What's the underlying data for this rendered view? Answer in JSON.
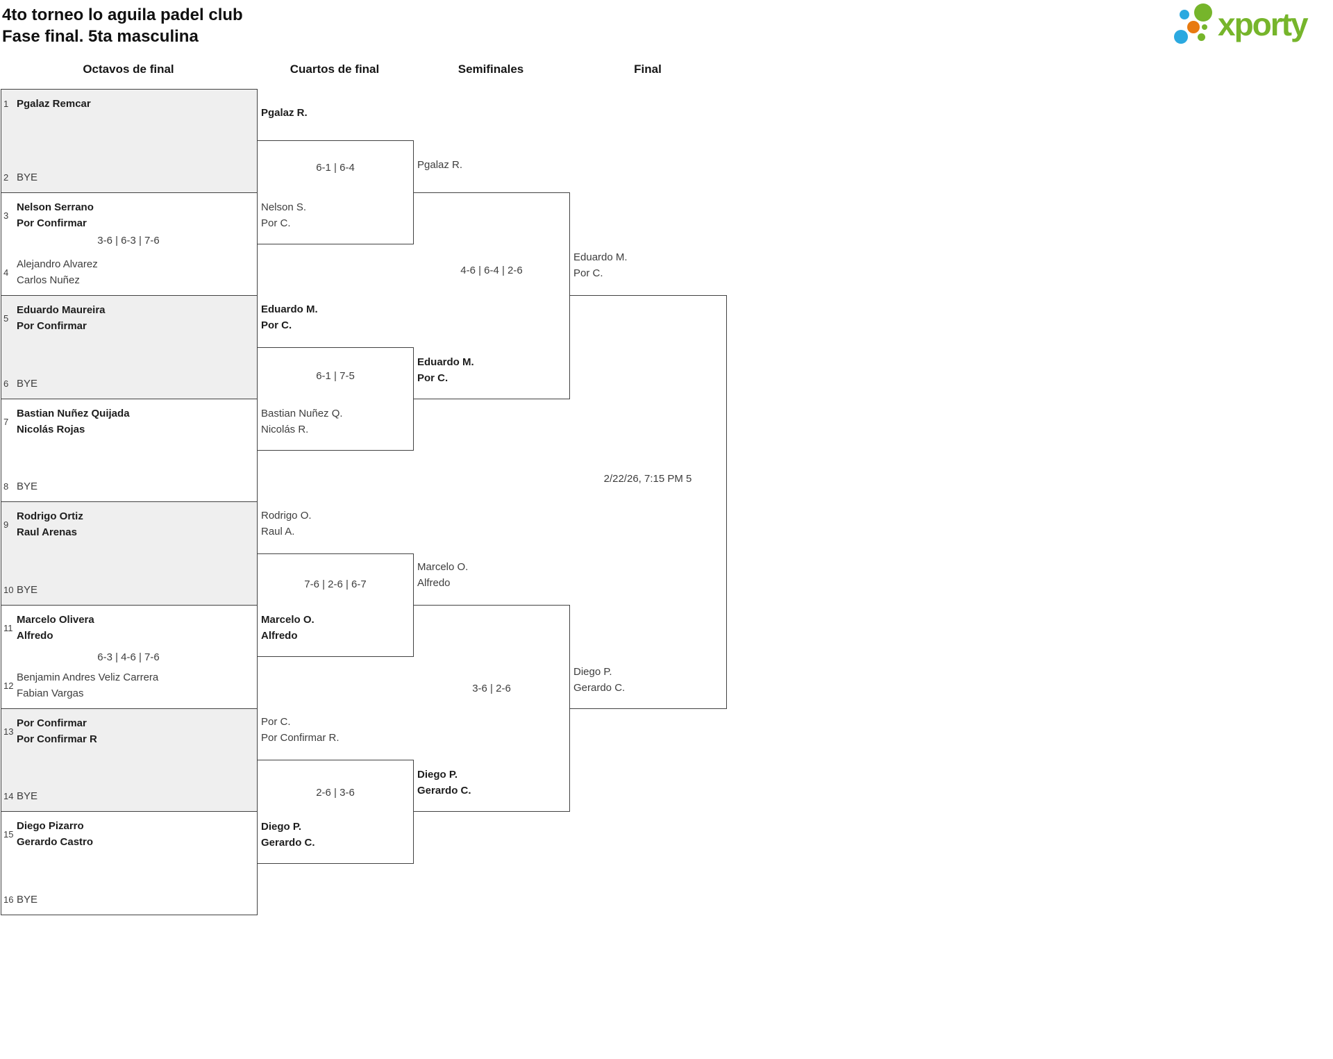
{
  "page": {
    "title_line1": "4to torneo lo aguila padel club",
    "title_line2": "Fase final. 5ta masculina"
  },
  "logo": {
    "wordmark": "xporty",
    "brand_green": "#76b52b",
    "brand_blue": "#2ba9e0",
    "brand_orange": "#e87a10"
  },
  "round_headers": [
    "Octavos de final",
    "Cuartos de final",
    "Semifinales",
    "Final"
  ],
  "octavos": [
    {
      "top": {
        "seed": "1",
        "names": [
          "Pgalaz Remcar"
        ]
      },
      "bottom": {
        "seed": "2",
        "names": [
          "BYE"
        ]
      }
    },
    {
      "top": {
        "seed": "3",
        "names": [
          "Nelson Serrano",
          "Por Confirmar"
        ]
      },
      "bottom": {
        "seed": "4",
        "names": [
          "Alejandro Alvarez",
          "Carlos Nuñez"
        ]
      },
      "score": "3-6 | 6-3 | 7-6"
    },
    {
      "top": {
        "seed": "5",
        "names": [
          "Eduardo Maureira",
          "Por Confirmar"
        ]
      },
      "bottom": {
        "seed": "6",
        "names": [
          "BYE"
        ]
      }
    },
    {
      "top": {
        "seed": "7",
        "names": [
          "Bastian Nuñez Quijada",
          "Nicolás Rojas"
        ]
      },
      "bottom": {
        "seed": "8",
        "names": [
          "BYE"
        ]
      }
    },
    {
      "top": {
        "seed": "9",
        "names": [
          "Rodrigo Ortiz",
          "Raul Arenas"
        ]
      },
      "bottom": {
        "seed": "10",
        "names": [
          "BYE"
        ]
      }
    },
    {
      "top": {
        "seed": "11",
        "names": [
          "Marcelo Olivera",
          "Alfredo"
        ]
      },
      "bottom": {
        "seed": "12",
        "names": [
          "Benjamin Andres Veliz Carrera",
          "Fabian Vargas"
        ]
      },
      "score": "6-3 | 4-6 | 7-6"
    },
    {
      "top": {
        "seed": "13",
        "names": [
          "Por Confirmar",
          "Por Confirmar R"
        ]
      },
      "bottom": {
        "seed": "14",
        "names": [
          "BYE"
        ]
      }
    },
    {
      "top": {
        "seed": "15",
        "names": [
          "Diego Pizarro",
          "Gerardo Castro"
        ]
      },
      "bottom": {
        "seed": "16",
        "names": [
          "BYE"
        ]
      }
    }
  ],
  "cuartos": [
    {
      "top": {
        "names": [
          "Pgalaz R."
        ]
      },
      "score": "6-1 | 6-4",
      "bottom": {
        "names": [
          "Nelson S.",
          "Por C."
        ]
      }
    },
    {
      "top": {
        "names": [
          "Eduardo M.",
          "Por C."
        ]
      },
      "score": "6-1 | 7-5",
      "bottom": {
        "names": [
          "Bastian Nuñez Q.",
          "Nicolás R."
        ]
      }
    },
    {
      "top": {
        "names": [
          "Rodrigo O.",
          "Raul A."
        ]
      },
      "score": "7-6 | 2-6 | 6-7",
      "bottom": {
        "names": [
          "Marcelo O.",
          "Alfredo"
        ]
      }
    },
    {
      "top": {
        "names": [
          "Por C.",
          "Por Confirmar R."
        ]
      },
      "score": "2-6 | 3-6",
      "bottom": {
        "names": [
          "Diego P.",
          "Gerardo C."
        ]
      }
    }
  ],
  "semifinales": [
    {
      "top": {
        "names": [
          "Pgalaz R."
        ]
      },
      "score": "4-6 | 6-4 | 2-6",
      "bottom": {
        "names": [
          "Eduardo M.",
          "Por C."
        ]
      }
    },
    {
      "top": {
        "names": [
          "Marcelo O.",
          "Alfredo"
        ]
      },
      "score": "3-6 | 2-6",
      "bottom": {
        "names": [
          "Diego P.",
          "Gerardo C."
        ]
      }
    }
  ],
  "final": {
    "top": {
      "names": [
        "Eduardo M.",
        "Por C."
      ]
    },
    "bottom": {
      "names": [
        "Diego P.",
        "Gerardo C."
      ]
    },
    "schedule": "2/22/26, 7:15 PM 5"
  }
}
